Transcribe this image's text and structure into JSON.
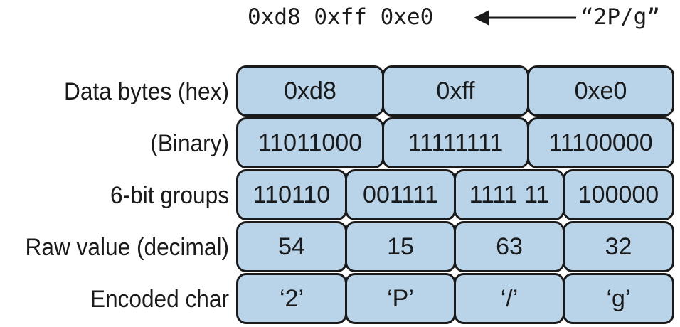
{
  "header": {
    "hex_sequence": "0xd8 0xff 0xe0",
    "encoded_string": "“2P/g”"
  },
  "rows": [
    {
      "label": "Data bytes (hex)",
      "cells": [
        "0xd8",
        "0xff",
        "0xe0"
      ]
    },
    {
      "label": "(Binary)",
      "cells": [
        "11011000",
        "11111111",
        "11100000"
      ]
    },
    {
      "label": "6-bit groups",
      "cells": [
        "110110",
        "001111",
        "1111 11",
        "100000"
      ]
    },
    {
      "label": "Raw value (decimal)",
      "cells": [
        "54",
        "15",
        "63",
        "32"
      ]
    },
    {
      "label": "Encoded char",
      "cells": [
        "‘2’",
        "‘P’",
        "‘/’",
        "‘g’"
      ]
    }
  ],
  "colors": {
    "cell_fill": "#b9d4e8",
    "cell_border": "#1a1a1a",
    "text": "#1a1a1a"
  },
  "icons": {
    "arrow": "left-arrow-icon"
  }
}
